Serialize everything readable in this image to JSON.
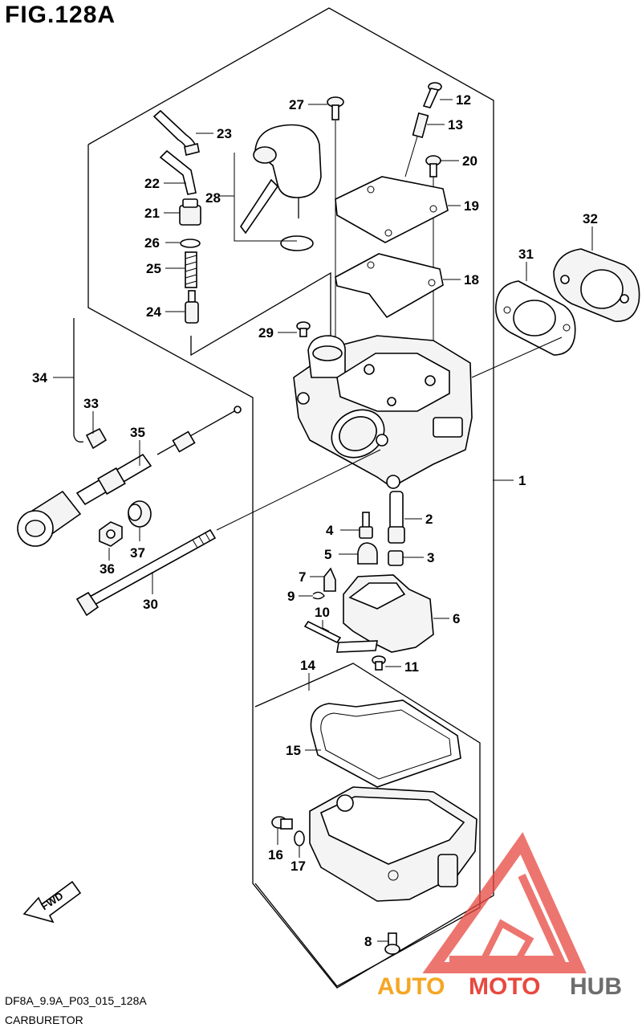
{
  "figure": {
    "title": "FIG.128A",
    "code": "DF8A_9.9A_P03_015_128A",
    "name": "CARBURETOR"
  },
  "fwd_label": "FWD",
  "watermark": {
    "auto": "AUTO",
    "moto": "MOTO",
    "hub": "HUB",
    "color_red": "#e8483f",
    "color_orange": "#f5a623",
    "color_gray": "#6d6d6d"
  },
  "parts": [
    {
      "id": "1",
      "label": "1"
    },
    {
      "id": "2",
      "label": "2"
    },
    {
      "id": "3",
      "label": "3"
    },
    {
      "id": "4",
      "label": "4"
    },
    {
      "id": "5",
      "label": "5"
    },
    {
      "id": "6",
      "label": "6"
    },
    {
      "id": "7",
      "label": "7"
    },
    {
      "id": "8",
      "label": "8"
    },
    {
      "id": "9",
      "label": "9"
    },
    {
      "id": "10",
      "label": "10"
    },
    {
      "id": "11",
      "label": "11"
    },
    {
      "id": "12",
      "label": "12"
    },
    {
      "id": "13",
      "label": "13"
    },
    {
      "id": "14",
      "label": "14"
    },
    {
      "id": "15",
      "label": "15"
    },
    {
      "id": "16",
      "label": "16"
    },
    {
      "id": "17",
      "label": "17"
    },
    {
      "id": "18",
      "label": "18"
    },
    {
      "id": "19",
      "label": "19"
    },
    {
      "id": "20",
      "label": "20"
    },
    {
      "id": "21",
      "label": "21"
    },
    {
      "id": "22",
      "label": "22"
    },
    {
      "id": "23",
      "label": "23"
    },
    {
      "id": "24",
      "label": "24"
    },
    {
      "id": "25",
      "label": "25"
    },
    {
      "id": "26",
      "label": "26"
    },
    {
      "id": "27",
      "label": "27"
    },
    {
      "id": "28",
      "label": "28"
    },
    {
      "id": "29",
      "label": "29"
    },
    {
      "id": "30",
      "label": "30"
    },
    {
      "id": "31",
      "label": "31"
    },
    {
      "id": "32",
      "label": "32"
    },
    {
      "id": "33",
      "label": "33"
    },
    {
      "id": "34",
      "label": "34"
    },
    {
      "id": "35",
      "label": "35"
    },
    {
      "id": "36",
      "label": "36"
    },
    {
      "id": "37",
      "label": "37"
    }
  ]
}
